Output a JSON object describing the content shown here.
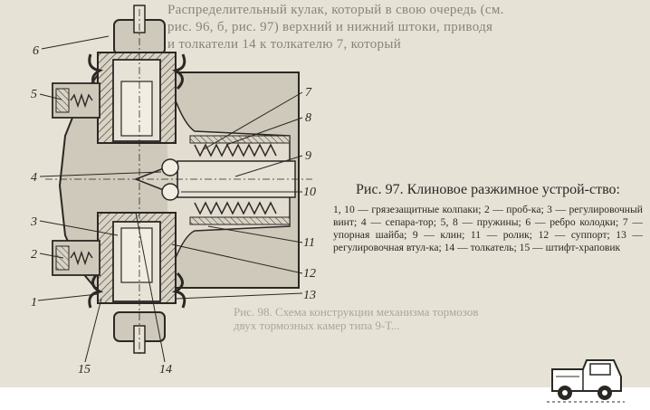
{
  "page_text": {
    "top_lines": [
      "Распределительный кулак, который в свою очередь (см.",
      "рис. 96, б, рис. 97) верхний и нижний штоки, приводя",
      "и толкатели 14 к толкателю 7, который"
    ],
    "bottom_lines": [
      "Рис. 98. Схема конструкции механизма тормозов",
      "двух тормозных камер типа 9-Т..."
    ]
  },
  "figure": {
    "labels": [
      "1",
      "2",
      "3",
      "4",
      "5",
      "6",
      "7",
      "8",
      "9",
      "10",
      "11",
      "12",
      "13",
      "14",
      "15"
    ]
  },
  "caption": {
    "title": "Рис. 97. Клиновое разжимное устрой-ство:",
    "body": "1, 10 — грязезащитные колпаки; 2 — проб-ка; 3 — регулировочный винт; 4 — сепара-тор; 5, 8 — пружины; 6 — ребро колодки; 7 — упорная шайба; 9 — клин; 11 — ролик; 12 — суппорт; 13 — регулировочная втул-ка; 14 — толкатель; 15 — штифт-храповик"
  }
}
